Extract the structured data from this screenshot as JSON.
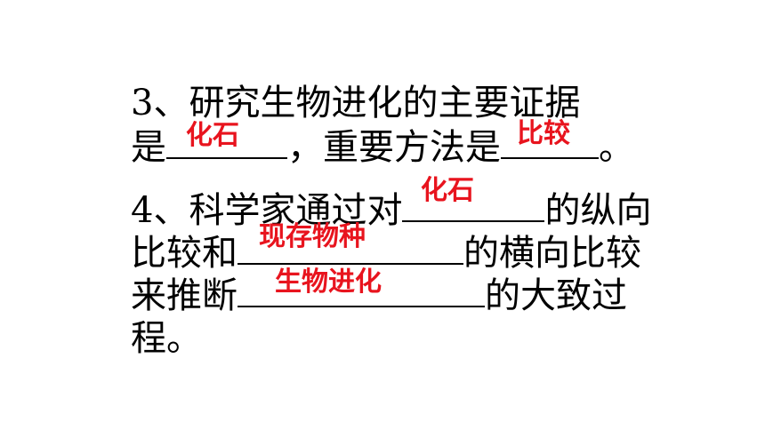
{
  "q3": {
    "line1": "3、研究生物进化的主要证据",
    "line2_start": "是",
    "line2_mid": "，重要方法是",
    "line2_end": "。",
    "answer1": "化石",
    "answer2": "比较"
  },
  "q4": {
    "line1_start": "4、科学家通过对",
    "line1_end": "的纵向",
    "line2_start": "比较和",
    "line2_end": "的横向比较",
    "line3_start": "来推断",
    "line3_end": "的大致过",
    "line4": "程。",
    "answer1": "化石",
    "answer2": "现存物种",
    "answer3": "生物进化"
  },
  "colors": {
    "text": "#000000",
    "answer": "#e8141e",
    "background": "#ffffff"
  }
}
